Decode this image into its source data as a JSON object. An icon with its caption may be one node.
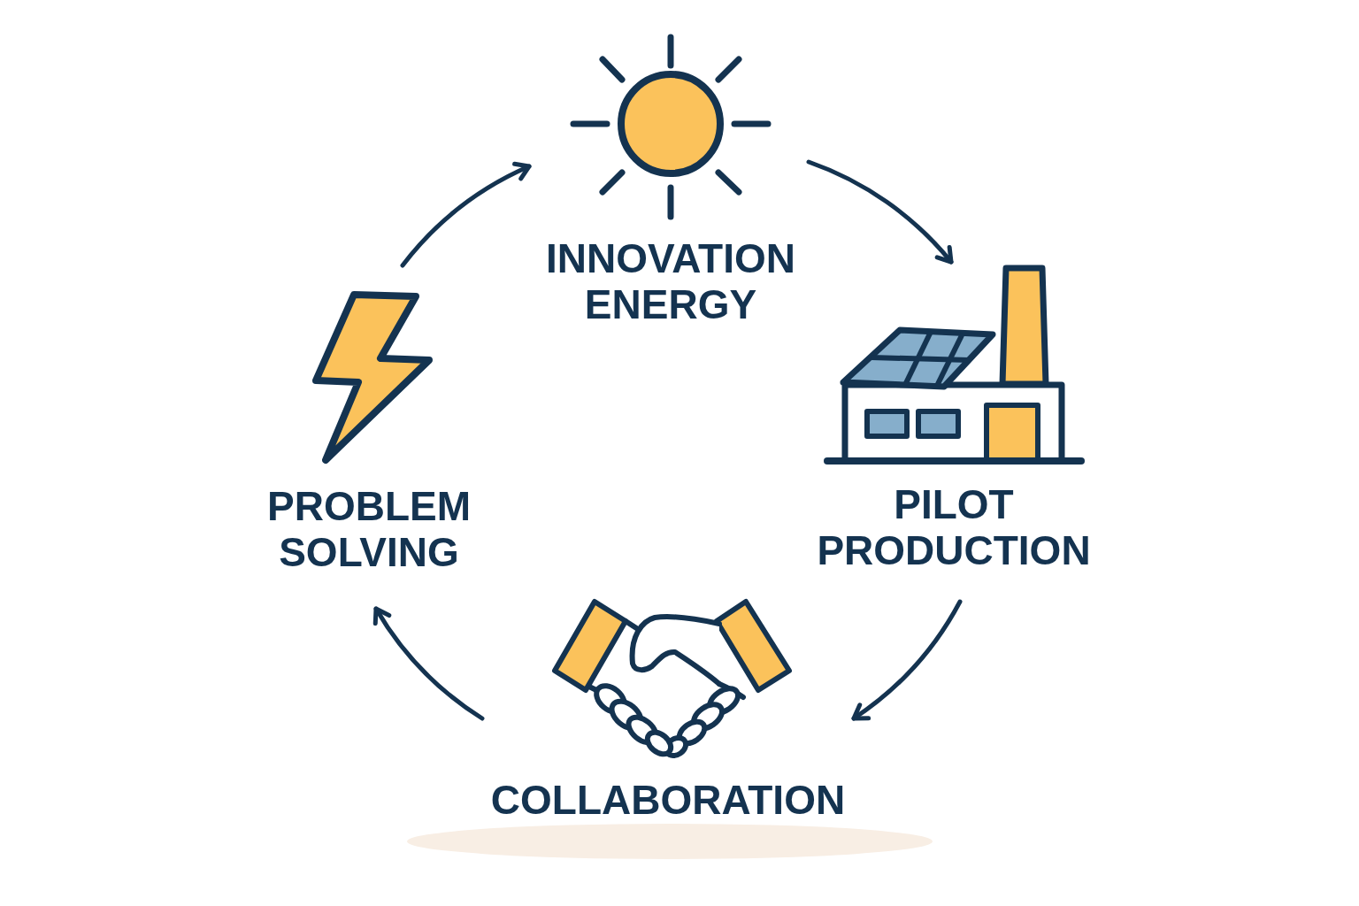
{
  "diagram": {
    "nodes": [
      {
        "text": [
          "INNOVATION ENERGY"
        ]
      },
      {
        "text": [
          "PROBLEM SOLVING"
        ]
      },
      {
        "text": [
          "PILOT PRODUCTION"
        ]
      },
      {
        "text": [
          "COLLABORATION"
        ]
      }
    ],
    "edges": [
      {
        "from": 0,
        "to": 2,
        "arrow": "to"
      },
      {
        "from": 2,
        "to": 3,
        "arrow": "to"
      },
      {
        "from": 3,
        "to": 1,
        "arrow": "to"
      },
      {
        "from": 1,
        "to": 0,
        "arrow": "to"
      }
    ]
  }
}
